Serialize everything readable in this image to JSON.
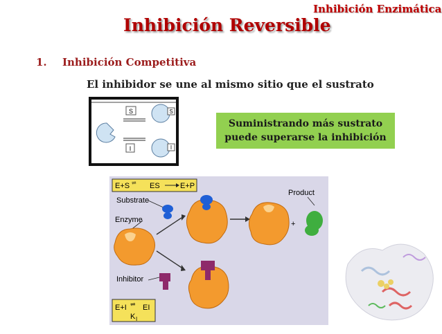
{
  "header": {
    "corner_title": "Inhibición Enzimática",
    "main_title": "Inhibición Reversible"
  },
  "section": {
    "number": "1.",
    "label": "Inhibición Competitiva",
    "subtitle": "El inhibidor se une al mismo sitio que el sustrato"
  },
  "callout": {
    "line1": "Suministrando más sustrato",
    "line2": "puede superarse la inhibición"
  },
  "small_diagram": {
    "substrate_letter": "S",
    "inhibitor_letter": "I"
  },
  "big_diagram": {
    "top_equation": {
      "e_s": "E+S",
      "es": "ES",
      "e_p": "E+P"
    },
    "bottom_equation": {
      "e_i": "E+I",
      "ei": "EI",
      "k": "K",
      "k_sub": "I"
    },
    "labels": {
      "substrate": "Substrate",
      "enzyme": "Enzyme",
      "inhibitor": "Inhibitor",
      "product": "Product",
      "plus": "+"
    }
  },
  "colors": {
    "title_red": "#b00000",
    "callout_green": "#92d050",
    "enzyme_orange": "#f39a2e",
    "substrate_blue": "#1f5fd6",
    "inhibitor_purple": "#8e2a6a",
    "product_green": "#3fae3f",
    "diagram_bg": "#d9d7e8",
    "equation_box": "#f5e15a"
  }
}
